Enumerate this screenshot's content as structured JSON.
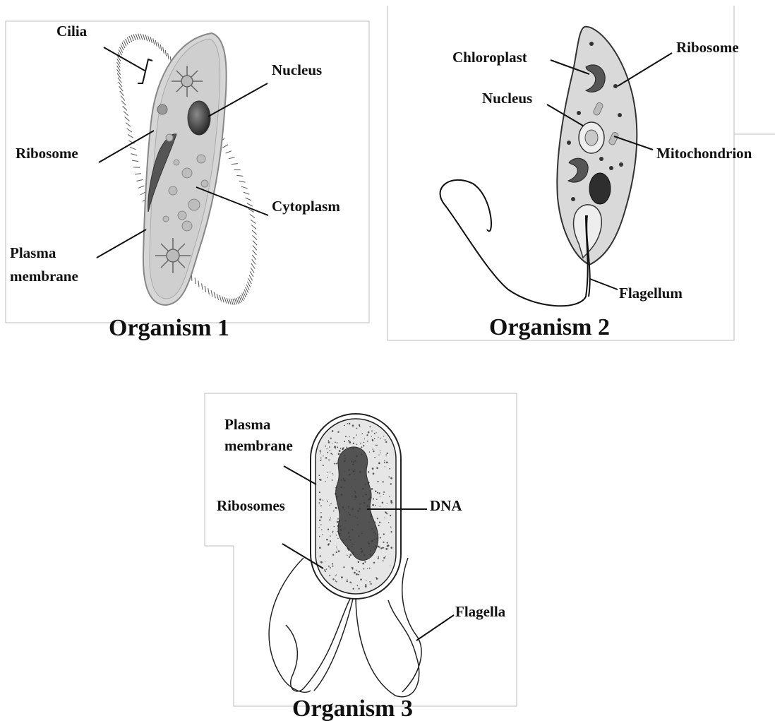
{
  "organism1": {
    "title": "Organism 1",
    "labels": {
      "cilia": "Cilia",
      "nucleus": "Nucleus",
      "ribosome": "Ribosome",
      "cytoplasm": "Cytoplasm",
      "plasma_membrane_line1": "Plasma",
      "plasma_membrane_line2": "membrane"
    }
  },
  "organism2": {
    "title": "Organism 2",
    "labels": {
      "chloroplast": "Chloroplast",
      "ribosome": "Ribosome",
      "nucleus": "Nucleus",
      "mitochondrion": "Mitochondrion",
      "flagellum": "Flagellum"
    }
  },
  "organism3": {
    "title": "Organism 3",
    "labels": {
      "plasma_membrane_line1": "Plasma",
      "plasma_membrane_line2": "membrane",
      "ribosomes": "Ribosomes",
      "dna": "DNA",
      "flagella": "Flagella"
    }
  },
  "colors": {
    "cell_fill": "#d9d9d9",
    "organelle_dark": "#4a4a4a",
    "label_text": "#111111"
  }
}
